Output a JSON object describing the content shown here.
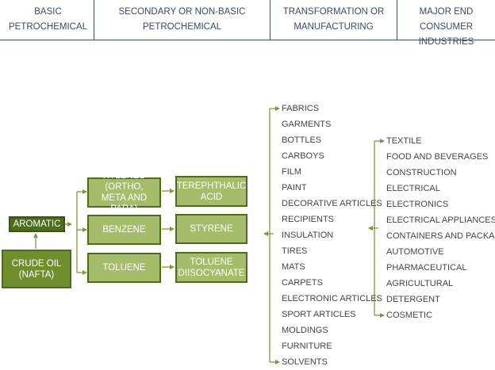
{
  "header": {
    "col1": "BASIC PETROCHEMICAL",
    "col2_line1": "SECONDARY OR NON-BASIC",
    "col2_line2": "PETROCHEMICAL",
    "col3_line1": "TRANSFORMATION OR",
    "col3_line2": "MANUFACTURING",
    "col4_line1": "MAJOR END CONSUMER",
    "col4_line2": "INDUSTRIES"
  },
  "basic": {
    "aromatic": "AROMATIC",
    "crude_line1": "CRUDE OIL",
    "crude_line2": "(NAFTA)"
  },
  "secondary": {
    "xylenes_line1": "XYLENES (ORTHO,",
    "xylenes_line2": "META AND PARA)",
    "benzene": "BENZENE",
    "toluene": "TOLUENE"
  },
  "derivatives": {
    "terephthalic_line1": "TEREPHTHALIC",
    "terephthalic_line2": "ACID",
    "styrene": "STYRENE",
    "tdi_line1": "TOLUENE",
    "tdi_line2": "DIISOCYANATE"
  },
  "manufacturing": [
    "FABRICS",
    "GARMENTS",
    "BOTTLES",
    "CARBOYS",
    "FILM",
    "PAINT",
    "DECORATIVE ARTICLES",
    "RECIPIENTS",
    "INSULATION",
    "TIRES",
    "MATS",
    "CARPETS",
    "ELECTRONIC ARTICLES",
    "SPORT ARTICLES",
    "MOLDINGS",
    "FURNITURE",
    "SOLVENTS"
  ],
  "industries": [
    "TEXTILE",
    "FOOD AND BEVERAGES",
    "CONSTRUCTION",
    "ELECTRICAL",
    "ELECTRONICS",
    "ELECTRICAL APPLIANCES",
    "CONTAINERS AND PACKAGING",
    "AUTOMOTIVE",
    "PHARMACEUTICAL",
    "AGRICULTURAL",
    "DETERGENT",
    "COSMETIC"
  ],
  "colors": {
    "light_box": "#a5bd6b",
    "dark_box": "#4f6b1e",
    "crude_box": "#6f8f2f",
    "connector": "#7a9a3c",
    "header_rule": "#3d4f63"
  }
}
